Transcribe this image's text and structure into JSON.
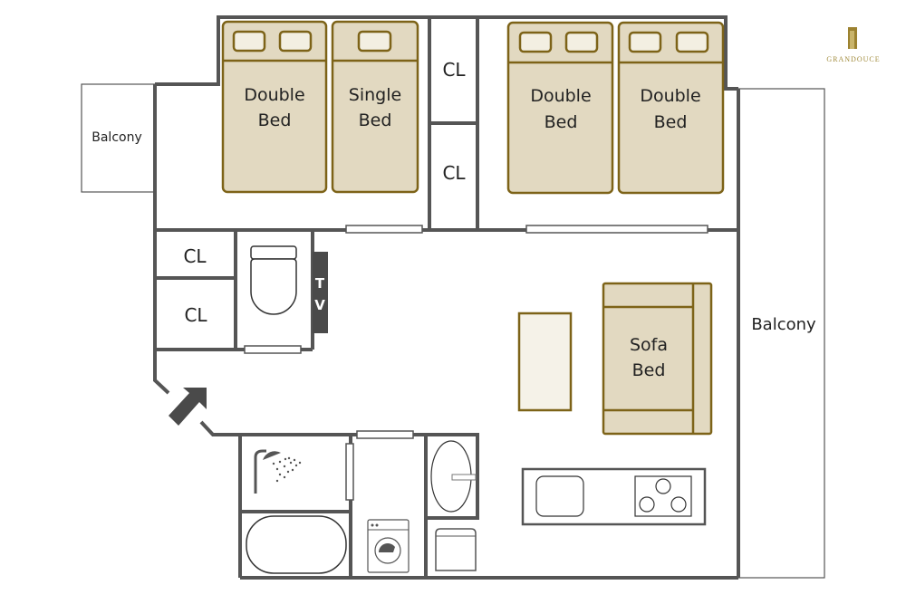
{
  "brand": {
    "name": "GRANDOUCE",
    "color": "#9c8230"
  },
  "colors": {
    "wall": "#555555",
    "furniture_fill": "#e2d9c1",
    "furniture_stroke": "#7d6318",
    "pillow_fill": "#f3efe2",
    "table_fill": "#f5f2e8",
    "tv": "#4a4a4a"
  },
  "rooms": {
    "balcony_left": "Balcony",
    "balcony_right": "Balcony",
    "closet_top_1": "CL",
    "closet_top_2": "CL",
    "closet_left_1": "CL",
    "closet_left_2": "CL"
  },
  "furniture": {
    "bed_1": {
      "line1": "Double",
      "line2": "Bed"
    },
    "bed_2": {
      "line1": "Single",
      "line2": "Bed"
    },
    "bed_3": {
      "line1": "Double",
      "line2": "Bed"
    },
    "bed_4": {
      "line1": "Double",
      "line2": "Bed"
    },
    "sofa_bed": {
      "line1": "Sofa",
      "line2": "Bed"
    },
    "tv": {
      "line1": "T",
      "line2": "V"
    }
  },
  "icons": {
    "entrance": "arrow-up-right",
    "shower": "shower-head",
    "bathtub": "bathtub",
    "washer": "washing-machine",
    "sink": "wash-basin",
    "toilet": "toilet",
    "kitchen_sink": "kitchen-sink",
    "stove": "three-burner-stove"
  }
}
